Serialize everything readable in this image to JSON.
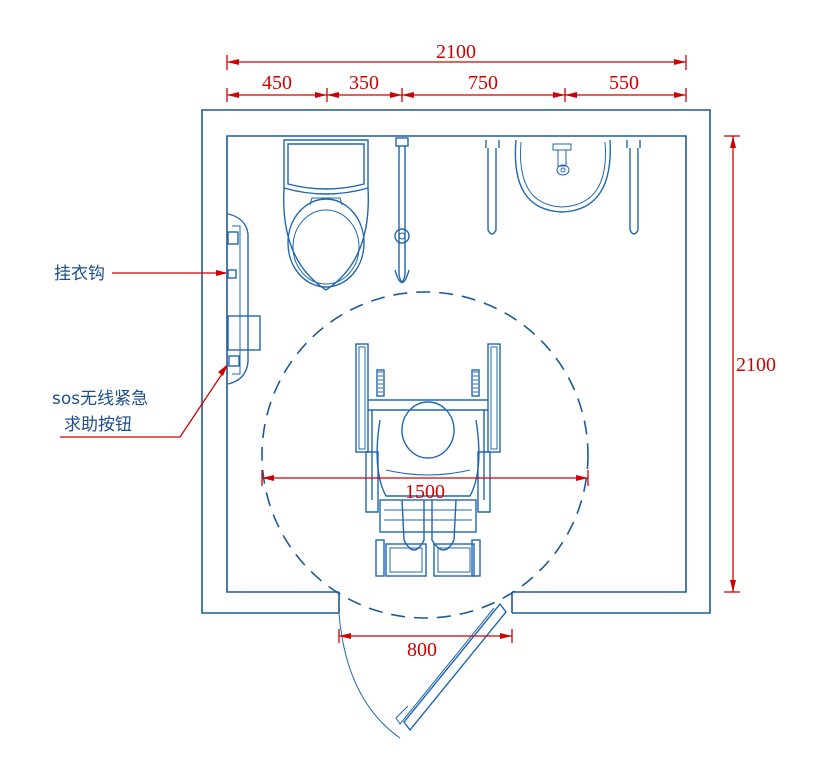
{
  "dimensions": {
    "overall_width": "2100",
    "overall_height": "2100",
    "segments": [
      "450",
      "350",
      "750",
      "550"
    ],
    "turning_circle": "1500",
    "door_width": "800"
  },
  "annotations": {
    "coat_hook": "挂衣钩",
    "sos_line1": "sos无线紧急",
    "sos_line2": "求助按钮"
  },
  "colors": {
    "drawing": "#2067b0",
    "dimension": "#d10000"
  }
}
